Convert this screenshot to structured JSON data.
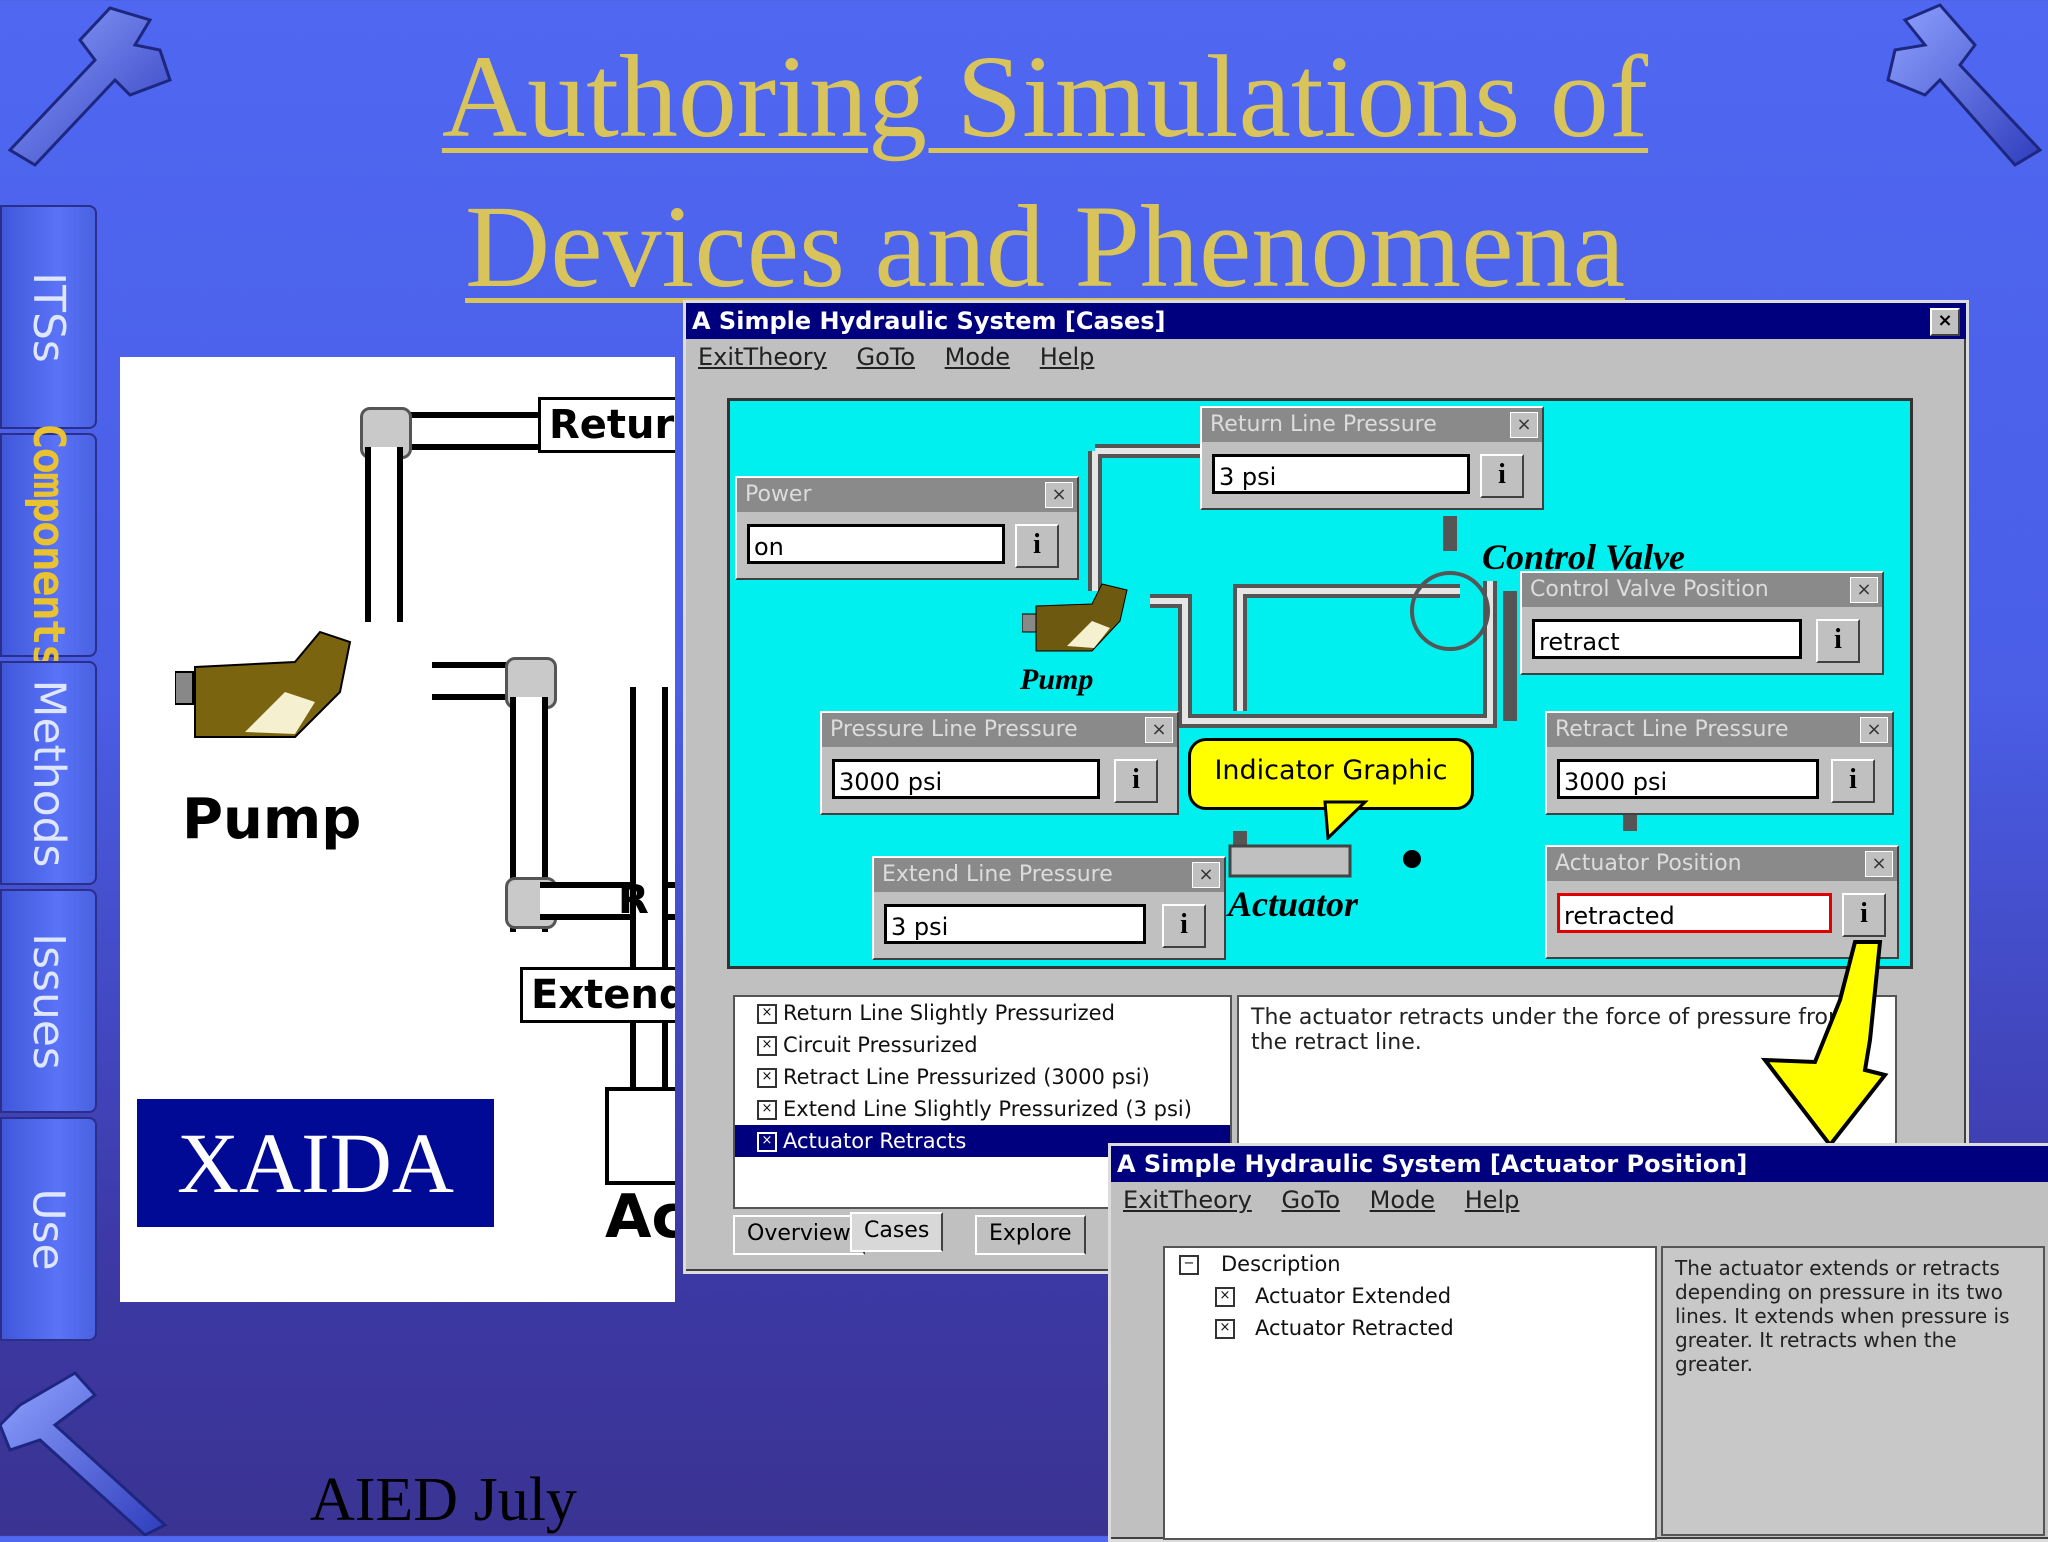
{
  "slide": {
    "title_line1": "Authoring Simulations of ",
    "title_line2": "Devices and Phenomena",
    "footer": "AIED July",
    "xaida": "XAIDA",
    "tabs": [
      "ITSs",
      "Components",
      "Methods",
      "Issues",
      "Use"
    ],
    "active_tab": "Components",
    "colors": {
      "title": "#d8c45a",
      "active_tab": "#e8c230",
      "xaida_bg": "#000a94",
      "sim_bg": "#00f0f0",
      "callout": "#ffff00"
    }
  },
  "diagram": {
    "labels": {
      "return": "Returr",
      "extend": "Extend",
      "pump": "Pump",
      "actuator_partial": "Ac",
      "partial_r": "R"
    }
  },
  "main_window": {
    "title": "A Simple Hydraulic System [Cases]",
    "menu": [
      "ExitTheory",
      "GoTo",
      "Mode",
      "Help"
    ],
    "panels": {
      "return_line": {
        "title": "Return Line Pressure",
        "value": "3 psi"
      },
      "power": {
        "title": "Power",
        "value": "on"
      },
      "control_valve": {
        "title": "Control Valve Position",
        "value": "retract"
      },
      "pressure_line": {
        "title": "Pressure Line Pressure",
        "value": "3000 psi"
      },
      "retract_line": {
        "title": "Retract Line Pressure",
        "value": "3000 psi"
      },
      "extend_line": {
        "title": "Extend Line Pressure",
        "value": "3 psi"
      },
      "actuator_position": {
        "title": "Actuator Position",
        "value": "retracted"
      }
    },
    "info_label": "i",
    "diagram_labels": {
      "pump": "Pump",
      "control_valve": "Control Valve",
      "actuator": "Actuator"
    },
    "callout": "Indicator Graphic",
    "cases": [
      "Return Line Slightly Pressurized",
      "Circuit Pressurized",
      "Retract Line Pressurized (3000 psi)",
      "Extend Line Slightly Pressurized (3 psi)",
      "Actuator Retracts"
    ],
    "description": "The actuator retracts under the force of pressure from the retract line.",
    "bottom_tabs": [
      "Overview",
      "Cases",
      "Explore"
    ]
  },
  "second_window": {
    "title": "A Simple Hydraulic System [Actuator Position]",
    "menu": [
      "ExitTheory",
      "GoTo",
      "Mode",
      "Help"
    ],
    "tree": [
      "Description",
      "Actuator Extended",
      "Actuator Retracted"
    ],
    "description": "The actuator extends or retracts depending on pressure in its two lines. It extends when pressure is greater. It retracts when the greater."
  },
  "icons": [
    "wrench-icon",
    "wrench-icon",
    "hammer-icon",
    "pump-icon",
    "valve-icon",
    "arrow-icon",
    "close-icon",
    "info-icon",
    "checkbox-icon"
  ]
}
